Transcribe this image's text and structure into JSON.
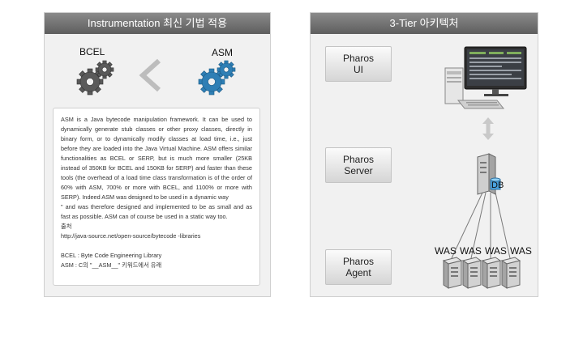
{
  "left_panel": {
    "title": "Instrumentation 최신 기법 적용",
    "bcel_label": "BCEL",
    "asm_label": "ASM",
    "colors": {
      "bcel_gear": "#5a5a5a",
      "asm_gear": "#2f7fb5"
    },
    "icons": [
      "gear-icon",
      "chevron-left-icon"
    ],
    "description": "ASM is a Java bytecode manipulation framework. It can be used to dynamically generate stub classes or other proxy classes, directly in binary form, or to dynamically modify classes at load time, i.e., just before they are loaded into the Java Virtual Machine. ASM offers similar functionalities as BCEL or SERP, but is much more smaller (25KB instead of 350KB for BCEL and 150KB for SERP) and faster than these tools (the overhead of a load time class transformation is of the order of 60% with ASM, 700% or more with BCEL, and 1100% or more with SERP). Indeed ASM was designed to be used in a dynamic way",
    "description_2": "\" and was therefore designed and implemented to be as small and as fast as possible. ASM can of course be used in a static way too.",
    "source_label": "출처",
    "source_url": "http://java-source.net/open-source/bytecode -libraries",
    "note_bcel": "BCEL : Byte Code Engineering Library",
    "note_asm": "ASM : C의 \"__ASM__\" 키워드에서 유래"
  },
  "right_panel": {
    "title": "3-Tier 아키텍처",
    "tiers": [
      {
        "line1": "Pharos",
        "line2": "UI"
      },
      {
        "line1": "Pharos",
        "line2": "Server"
      },
      {
        "line1": "Pharos",
        "line2": "Agent"
      }
    ],
    "db_label": "DB",
    "was_labels": [
      "WAS",
      "WAS",
      "WAS",
      "WAS"
    ],
    "icons": [
      "workstation-icon",
      "double-arrow-icon",
      "server-icon",
      "database-icon"
    ]
  }
}
